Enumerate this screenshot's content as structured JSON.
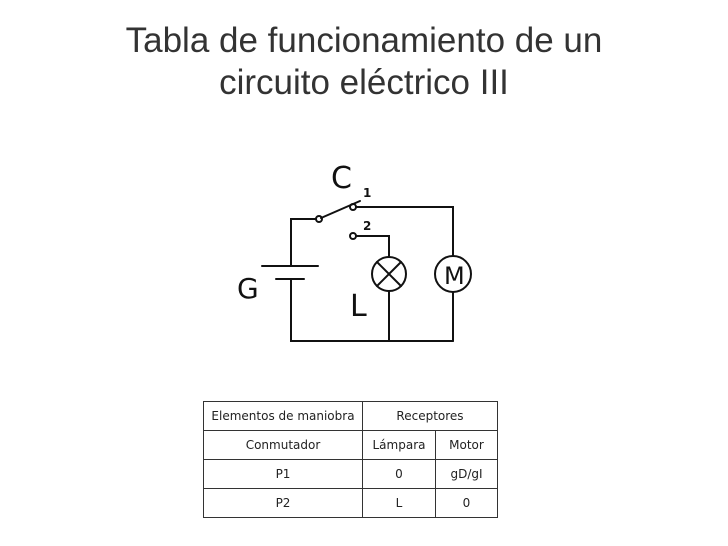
{
  "title": {
    "line1": "Tabla de funcionamiento de un",
    "line2": "circuito eléctrico III"
  },
  "diagram": {
    "switch_label": "C",
    "position_1": "1",
    "position_2": "2",
    "generator_label": "G",
    "lamp_label": "L",
    "motor_label": "M"
  },
  "table": {
    "header": {
      "col1": "Elementos de maniobra",
      "col2": "Receptores"
    },
    "subheader": {
      "col1": "Conmutador",
      "col2": "Lámpara",
      "col3": "Motor"
    },
    "rows": [
      {
        "maniobra": "P1",
        "lampara": "0",
        "motor": "gD/gI"
      },
      {
        "maniobra": "P2",
        "lampara": "L",
        "motor": "0"
      }
    ]
  }
}
